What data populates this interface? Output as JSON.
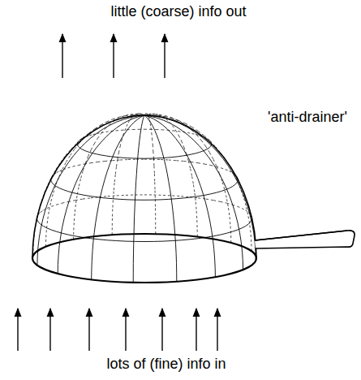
{
  "diagram": {
    "labels": [
      "little (coarse) info out",
      "'anti-drainer'",
      "lots of (fine) info in"
    ]
  }
}
